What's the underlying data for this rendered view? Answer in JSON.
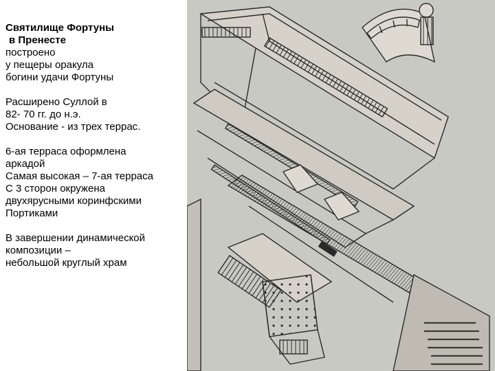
{
  "slide": {
    "title_line1": "Святилище Фортуны",
    "title_line2": "в Пренесте",
    "para1": "построено\nу пещеры оракула\nбогини удачи Фортуны",
    "para2": "Расширено Суллой в\n82- 70 гг. до н.э.\nОснование - из трех террас.",
    "para3": "6-ая терраса оформлена\n аркадой\nСамая высокая – 7-ая терраса\nС 3 сторон окружена\nдвухярусными коринфскими\nПортиками",
    "para4": "В завершении динамической\nкомпозиции –\nнебольшой круглый храм"
  },
  "figure": {
    "icon": "sanctuary-axonometric-drawing",
    "paper_color": "#c9c9c3",
    "ink_color": "#2a2a2a"
  }
}
